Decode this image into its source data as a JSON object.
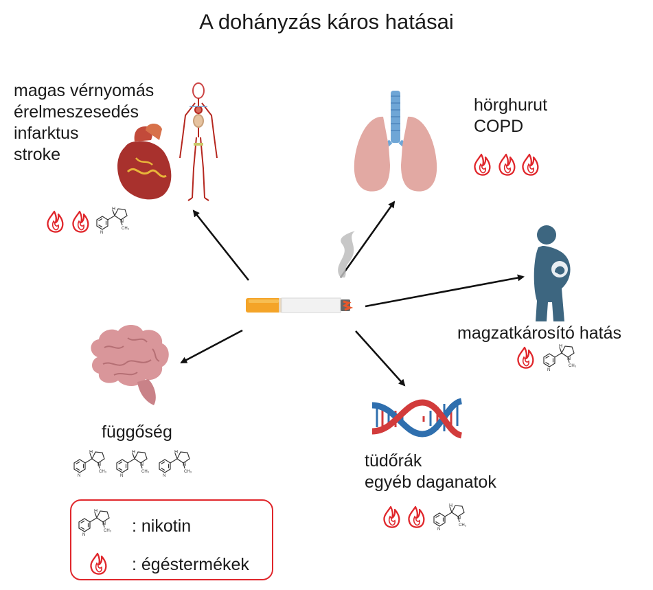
{
  "title": "A dohányzás káros hatásai",
  "effects": {
    "cardio": [
      "magas vérnyomás",
      "érelmeszesedés",
      "infarktus",
      "stroke"
    ],
    "lung": [
      "hörghurut",
      "COPD"
    ],
    "pregnancy": [
      "magzatkárosító hatás"
    ],
    "brain": [
      "függőség"
    ],
    "cancer": [
      "tüdőrák",
      "egyéb daganatok"
    ]
  },
  "legend": {
    "nicotine": ": nikotin",
    "combustion": ": égéstermékek"
  },
  "colors": {
    "flame": "#e0262b",
    "arrow": "#111111",
    "legend_border": "#e0262b",
    "lung": "#e2a9a3",
    "trachea": "#6fa6d6",
    "brain": "#d9969a",
    "pregnant": "#3d6680",
    "dna_red": "#d23b3b",
    "dna_blue": "#2f6fae",
    "heart": "#a8312d"
  }
}
